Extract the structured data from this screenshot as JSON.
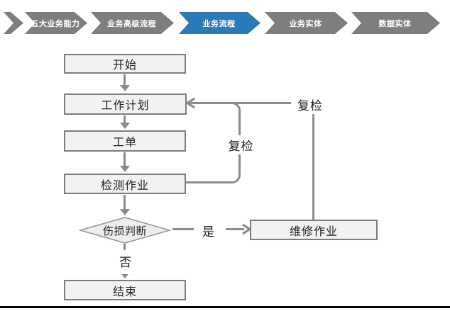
{
  "breadcrumb": {
    "items": [
      {
        "label": "五大业务能力",
        "active": false
      },
      {
        "label": "业务高级流程",
        "active": false
      },
      {
        "label": "业务流程",
        "active": true
      },
      {
        "label": "业务实体",
        "active": false
      },
      {
        "label": "数据实体",
        "active": false
      }
    ],
    "colors": {
      "segment": "#7E7E7E",
      "active_segment": "#2B7AB8",
      "text": "#FFFFFF"
    }
  },
  "flowchart": {
    "nodes": [
      {
        "id": "start",
        "label": "开始",
        "shape": "rect"
      },
      {
        "id": "work-plan",
        "label": "工作计划",
        "shape": "rect"
      },
      {
        "id": "work-order",
        "label": "工单",
        "shape": "rect"
      },
      {
        "id": "inspection",
        "label": "检测作业",
        "shape": "rect"
      },
      {
        "id": "damage-decision",
        "label": "伤损判断",
        "shape": "diamond"
      },
      {
        "id": "repair",
        "label": "维修作业",
        "shape": "rect"
      },
      {
        "id": "end",
        "label": "结束",
        "shape": "rect"
      }
    ],
    "edge_labels": {
      "yes": "是",
      "no": "否",
      "recheck_inner": "复检",
      "recheck_outer": "复检"
    },
    "colors": {
      "node_fill": "#F2F2F2",
      "node_border": "#7D7D7D",
      "diamond_fill": "#EDEDED",
      "connector": "#8C8C8C",
      "text": "#222222"
    }
  }
}
